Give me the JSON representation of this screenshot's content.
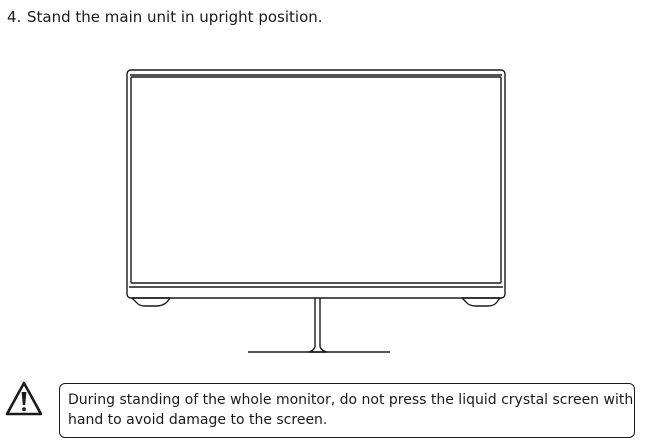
{
  "step": {
    "number": "4.",
    "text": "Stand the main unit in upright position."
  },
  "illustration": {
    "icon": "monitor-front-view-icon",
    "stroke_color": "#1a1a1a"
  },
  "warning": {
    "icon": "warning-triangle-icon",
    "line1": "During standing of the whole monitor, do not press the liquid crystal screen with",
    "line2": "hand to avoid damage to the screen."
  }
}
